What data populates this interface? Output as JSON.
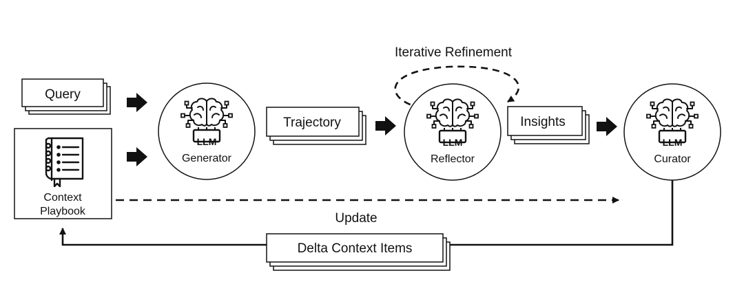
{
  "labels": {
    "query": "Query",
    "playbook_line1": "Context",
    "playbook_line2": "Playbook",
    "generator": "Generator",
    "trajectory": "Trajectory",
    "iterative_refinement": "Iterative Refinement",
    "reflector": "Reflector",
    "insights": "Insights",
    "curator": "Curator",
    "update": "Update",
    "delta_context_items": "Delta Context Items",
    "llm_chip": "LLM"
  },
  "icons": {
    "brain": "brain-circuit-icon",
    "playbook": "notebook-list-icon"
  },
  "colors": {
    "stroke": "#111111",
    "fill": "#ffffff"
  }
}
